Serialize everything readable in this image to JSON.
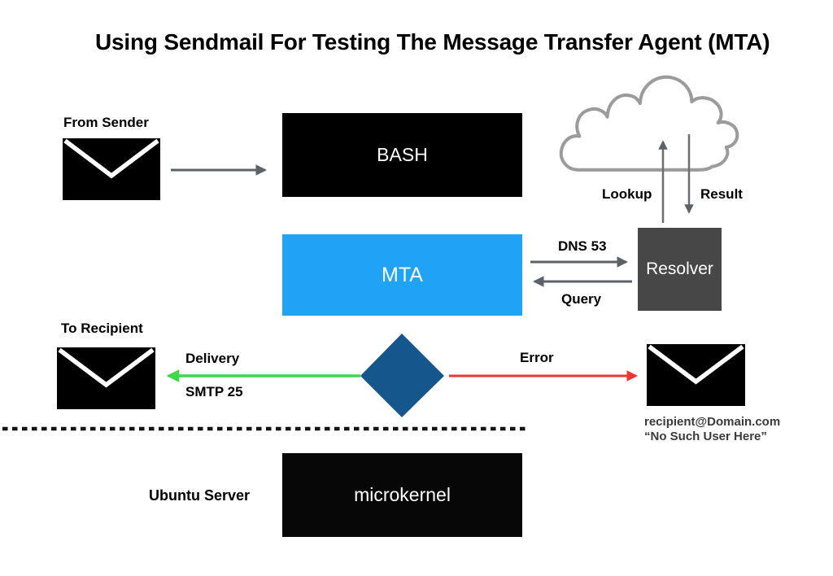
{
  "title": "Using Sendmail For Testing The Message Transfer Agent (MTA)",
  "nodes": {
    "bash": "BASH",
    "mta": "MTA",
    "resolver": "Resolver",
    "microkernel": "microkernel"
  },
  "labels": {
    "from_sender": "From Sender",
    "to_recipient": "To Recipient",
    "lookup": "Lookup",
    "result": "Result",
    "dns_port": "DNS 53",
    "query": "Query",
    "delivery": "Delivery",
    "smtp_port": "SMTP 25",
    "error": "Error",
    "ubuntu_server": "Ubuntu Server",
    "recipient_address": "recipient@Domain.com",
    "recipient_quote": "“No Such User Here”"
  },
  "icons": {
    "sender_envelope": "envelope-icon",
    "recipient_envelope": "envelope-icon",
    "error_envelope": "envelope-icon",
    "internet_cloud": "cloud-icon",
    "decision_diamond": "diamond-shape"
  },
  "colors": {
    "bash_bg": "#000000",
    "mta_bg": "#1FA3F6",
    "resolver_bg": "#474747",
    "microkernel_bg": "#070707",
    "diamond_fill": "#15568C",
    "delivery_arrow": "#3FD74B",
    "error_arrow": "#F0342F",
    "gray_arrow": "#5C6268",
    "cloud_stroke": "#9B9B9B",
    "dashed_line": "#111111"
  }
}
